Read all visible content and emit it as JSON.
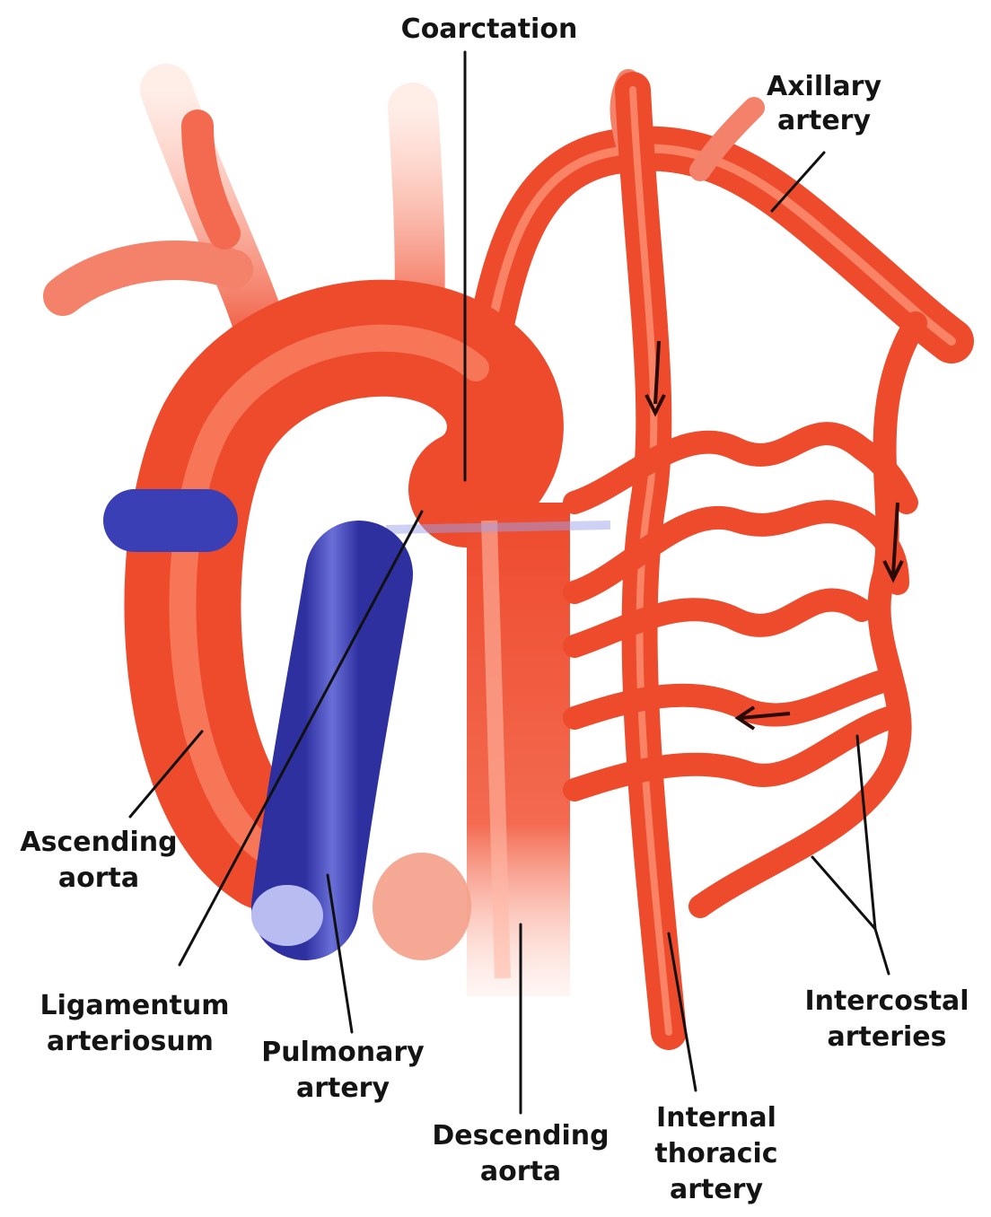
{
  "labels": {
    "coarctation": "Coarctation",
    "axillary_line1": "Axillary",
    "axillary_line2": "artery",
    "ascending_line1": "Ascending",
    "ascending_line2": "aorta",
    "ligamentum_line1": "Ligamentum",
    "ligamentum_line2": "arteriosum",
    "pulmonary_line1": "Pulmonary",
    "pulmonary_line2": "artery",
    "descending_line1": "Descending",
    "descending_line2": "aorta",
    "internal_line1": "Internal",
    "internal_line2": "thoracic",
    "internal_line3": "artery",
    "intercostal_line1": "Intercostal",
    "intercostal_line2": "arteries"
  },
  "colors": {
    "artery": "#ee4a2c",
    "artery_highlight": "#ff9a7e",
    "vein": "#3a3fb5",
    "vein_highlight": "#9ea2ea",
    "text": "#141414"
  }
}
